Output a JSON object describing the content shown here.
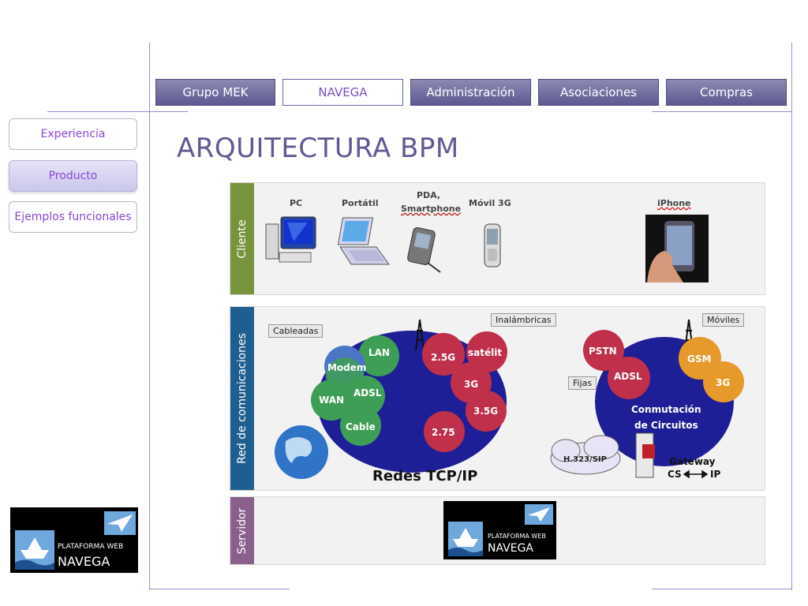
{
  "nav": {
    "tabs": [
      {
        "label": "Grupo MEK",
        "active": false
      },
      {
        "label": "NAVEGA",
        "active": true
      },
      {
        "label": "Administración",
        "active": false
      },
      {
        "label": "Asociaciones",
        "active": false
      },
      {
        "label": "Compras",
        "active": false
      }
    ]
  },
  "sidebar": {
    "items": [
      {
        "label": "Experiencia",
        "active": false
      },
      {
        "label": "Producto",
        "active": true
      },
      {
        "label": "Ejemplos funcionales",
        "active": false
      }
    ]
  },
  "page": {
    "title": "ARQUITECTURA BPM"
  },
  "diagram": {
    "cliente": {
      "label": "Cliente",
      "devices": [
        "PC",
        "Portátil",
        "PDA,",
        "Smartphone",
        "Móvil 3G",
        "iPhone"
      ]
    },
    "red": {
      "label": "Red de comunicaciones",
      "callouts": [
        "Cableadas",
        "Inalámbricas",
        "Fijas",
        "Móviles"
      ],
      "tcp_title": "Redes TCP/IP",
      "tcp_bubbles": [
        "LAN",
        "Modem",
        "WAN",
        "ADSL",
        "Cable",
        "2.5G",
        "satélit",
        "3G",
        "3.5G",
        "2.75"
      ],
      "circuit_bubbles": [
        "PSTN",
        "ADSL",
        "GSM",
        "3G"
      ],
      "circuit_title_1": "Conmutación",
      "circuit_title_2": "de Circuitos",
      "cloud": "H.323/SIP",
      "gateway": "Gateway",
      "gateway_sub_left": "CS",
      "gateway_sub_right": "IP"
    },
    "servidor": {
      "label": "Servidor"
    }
  },
  "logo": {
    "line1": "PLATAFORMA WEB",
    "line2": "NAVEGA"
  },
  "colors": {
    "cliente": "#77933c",
    "red": "#1f5f8f",
    "servidor": "#8a5f8c",
    "network_blue": "#1e1e96",
    "bubble_red": "#c0304a",
    "bubble_green": "#3f9e55",
    "bubble_blue": "#4b76c4",
    "bubble_orange": "#e69a2c"
  }
}
